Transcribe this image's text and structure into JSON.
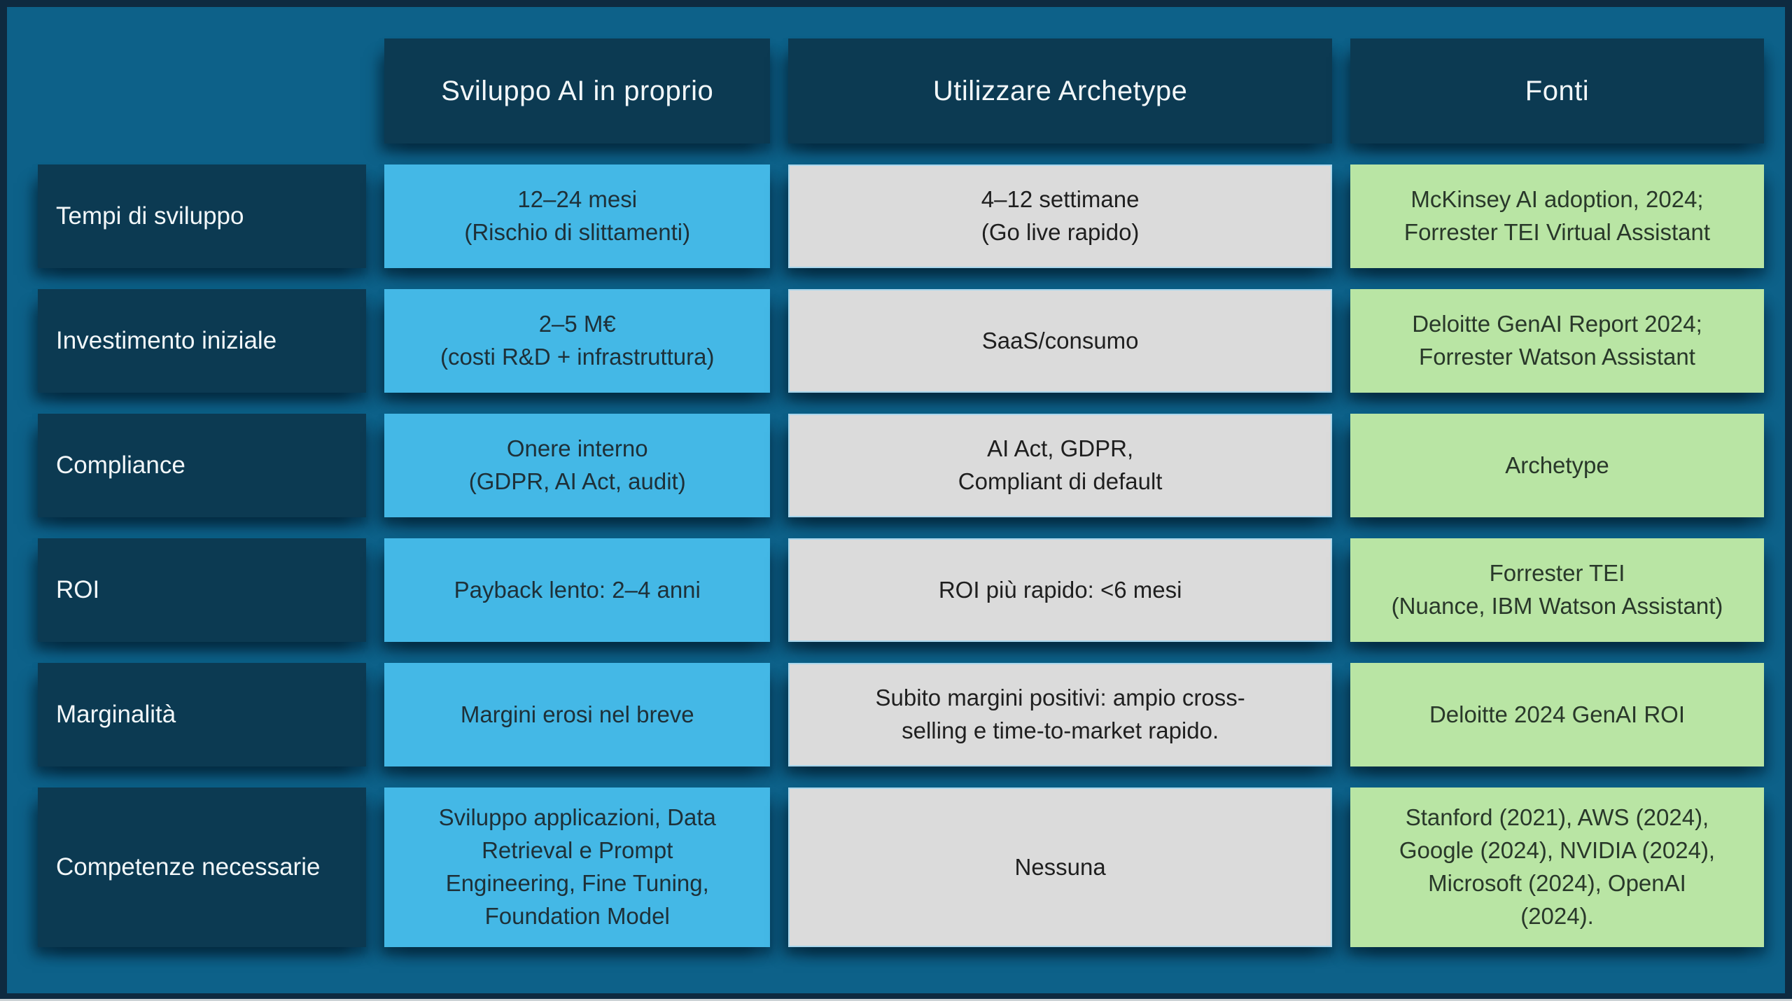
{
  "colors": {
    "slide_background": "#0D6189",
    "frame_border": "#0E2A40",
    "header_cell": "#0C3A52",
    "row_label_cell": "#0C3A52",
    "inhouse_cell": "#44B8E6",
    "archetype_cell": "#DBDBDB",
    "fonti_cell": "#B9E5A4"
  },
  "header": {
    "inhouse": "Sviluppo AI in proprio",
    "archetype": "Utilizzare Archetype",
    "fonti": "Fonti"
  },
  "rows": [
    {
      "label": "Tempi di sviluppo",
      "inhouse": "12–24 mesi\n(Rischio di slittamenti)",
      "archetype": "4–12 settimane\n(Go live rapido)",
      "fonti": "McKinsey AI adoption, 2024;\nForrester TEI Virtual Assistant"
    },
    {
      "label": "Investimento iniziale",
      "inhouse": "2–5 M€\n(costi R&D + infrastruttura)",
      "archetype": "SaaS/consumo",
      "fonti": "Deloitte GenAI Report 2024;\nForrester Watson Assistant"
    },
    {
      "label": "Compliance",
      "inhouse": "Onere interno\n(GDPR, AI Act, audit)",
      "archetype": "AI Act, GDPR,\nCompliant di default",
      "fonti": "Archetype"
    },
    {
      "label": "ROI",
      "inhouse": "Payback lento: 2–4 anni",
      "archetype": "ROI più rapido: <6 mesi",
      "fonti": "Forrester TEI\n(Nuance, IBM Watson Assistant)"
    },
    {
      "label": "Marginalità",
      "inhouse": "Margini erosi nel breve",
      "archetype": "Subito margini positivi: ampio cross-\nselling e time-to-market rapido.",
      "fonti": "Deloitte 2024 GenAI ROI"
    },
    {
      "label": "Competenze necessarie",
      "inhouse": "Sviluppo applicazioni, Data\nRetrieval e Prompt\nEngineering, Fine Tuning,\nFoundation Model",
      "archetype": "Nessuna",
      "fonti": "Stanford (2021), AWS (2024),\nGoogle (2024), NVIDIA (2024),\nMicrosoft (2024), OpenAI\n(2024)."
    }
  ]
}
